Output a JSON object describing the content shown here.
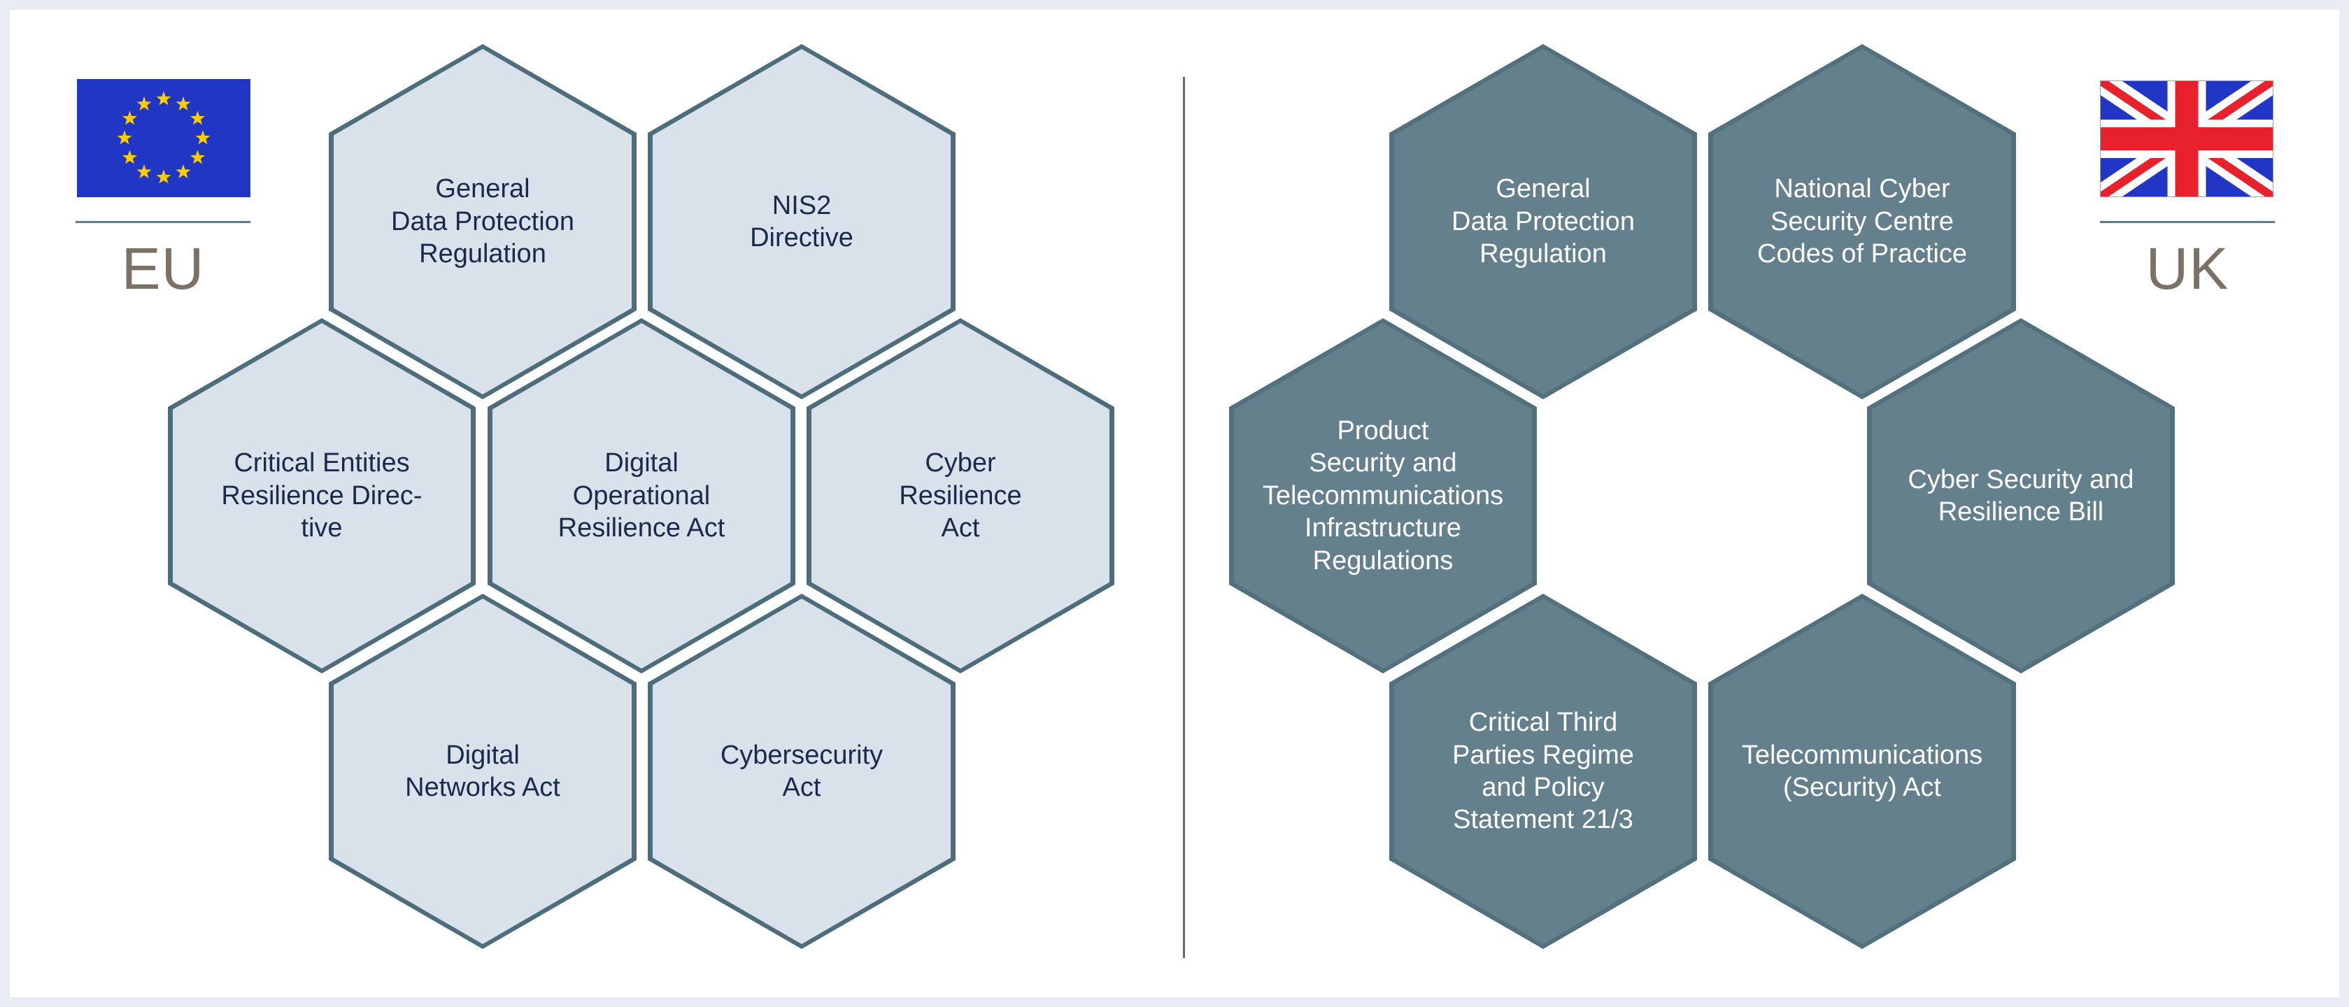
{
  "colors": {
    "frame_background": "#e9edf3",
    "canvas_background": "#ffffff",
    "eu_hex_fill": "#d9e1ea",
    "eu_hex_border": "#4d6d7c",
    "eu_hex_text": "#1a2a4c",
    "uk_hex_fill": "#64808d",
    "uk_hex_border": "#52707e",
    "uk_hex_text": "#ffffff",
    "region_label_text": "#7b7164",
    "divider": "#53707e",
    "flag_blue": "#2136c5",
    "flag_star_yellow": "#ffcc00",
    "flag_red": "#e8222d"
  },
  "divider": {
    "orientation": "vertical"
  },
  "eu": {
    "label": "EU",
    "flag": "eu-flag",
    "hexagons": [
      {
        "name": "eu-general-data-protection-regulation",
        "label": "General\nData Protection\nRegulation"
      },
      {
        "name": "eu-nis2-directive",
        "label": "NIS2\nDirective"
      },
      {
        "name": "eu-critical-entities-resilience-directive",
        "label": "Critical Entities\nResilience Direc-\ntive"
      },
      {
        "name": "eu-digital-operational-resilience-act",
        "label": "Digital\nOperational\nResilience Act"
      },
      {
        "name": "eu-cyber-resilience-act",
        "label": "Cyber\nResilience\nAct"
      },
      {
        "name": "eu-digital-networks-act",
        "label": "Digital\nNetworks Act"
      },
      {
        "name": "eu-cybersecurity-act",
        "label": "Cybersecurity\nAct"
      }
    ]
  },
  "uk": {
    "label": "UK",
    "flag": "uk-flag",
    "hexagons": [
      {
        "name": "uk-general-data-protection-regulation",
        "label": "General\nData Protection\nRegulation"
      },
      {
        "name": "uk-national-cyber-security-centre-codes-of-practice",
        "label": "National Cyber\nSecurity Centre\nCodes of Practice"
      },
      {
        "name": "uk-product-security-and-telecommunications-infrastructure-regulations",
        "label": "Product\nSecurity and\nTelecommunications\nInfrastructure\nRegulations"
      },
      {
        "name": "uk-cyber-security-and-resilience-bill",
        "label": "Cyber Security and\nResilience Bill"
      },
      {
        "name": "uk-critical-third-parties-regime-and-policy-statement-21-3",
        "label": "Critical Third\nParties Regime\nand Policy\nStatement 21/3"
      },
      {
        "name": "uk-telecommunications-security-act",
        "label": "Telecommunications\n(Security) Act"
      }
    ]
  }
}
